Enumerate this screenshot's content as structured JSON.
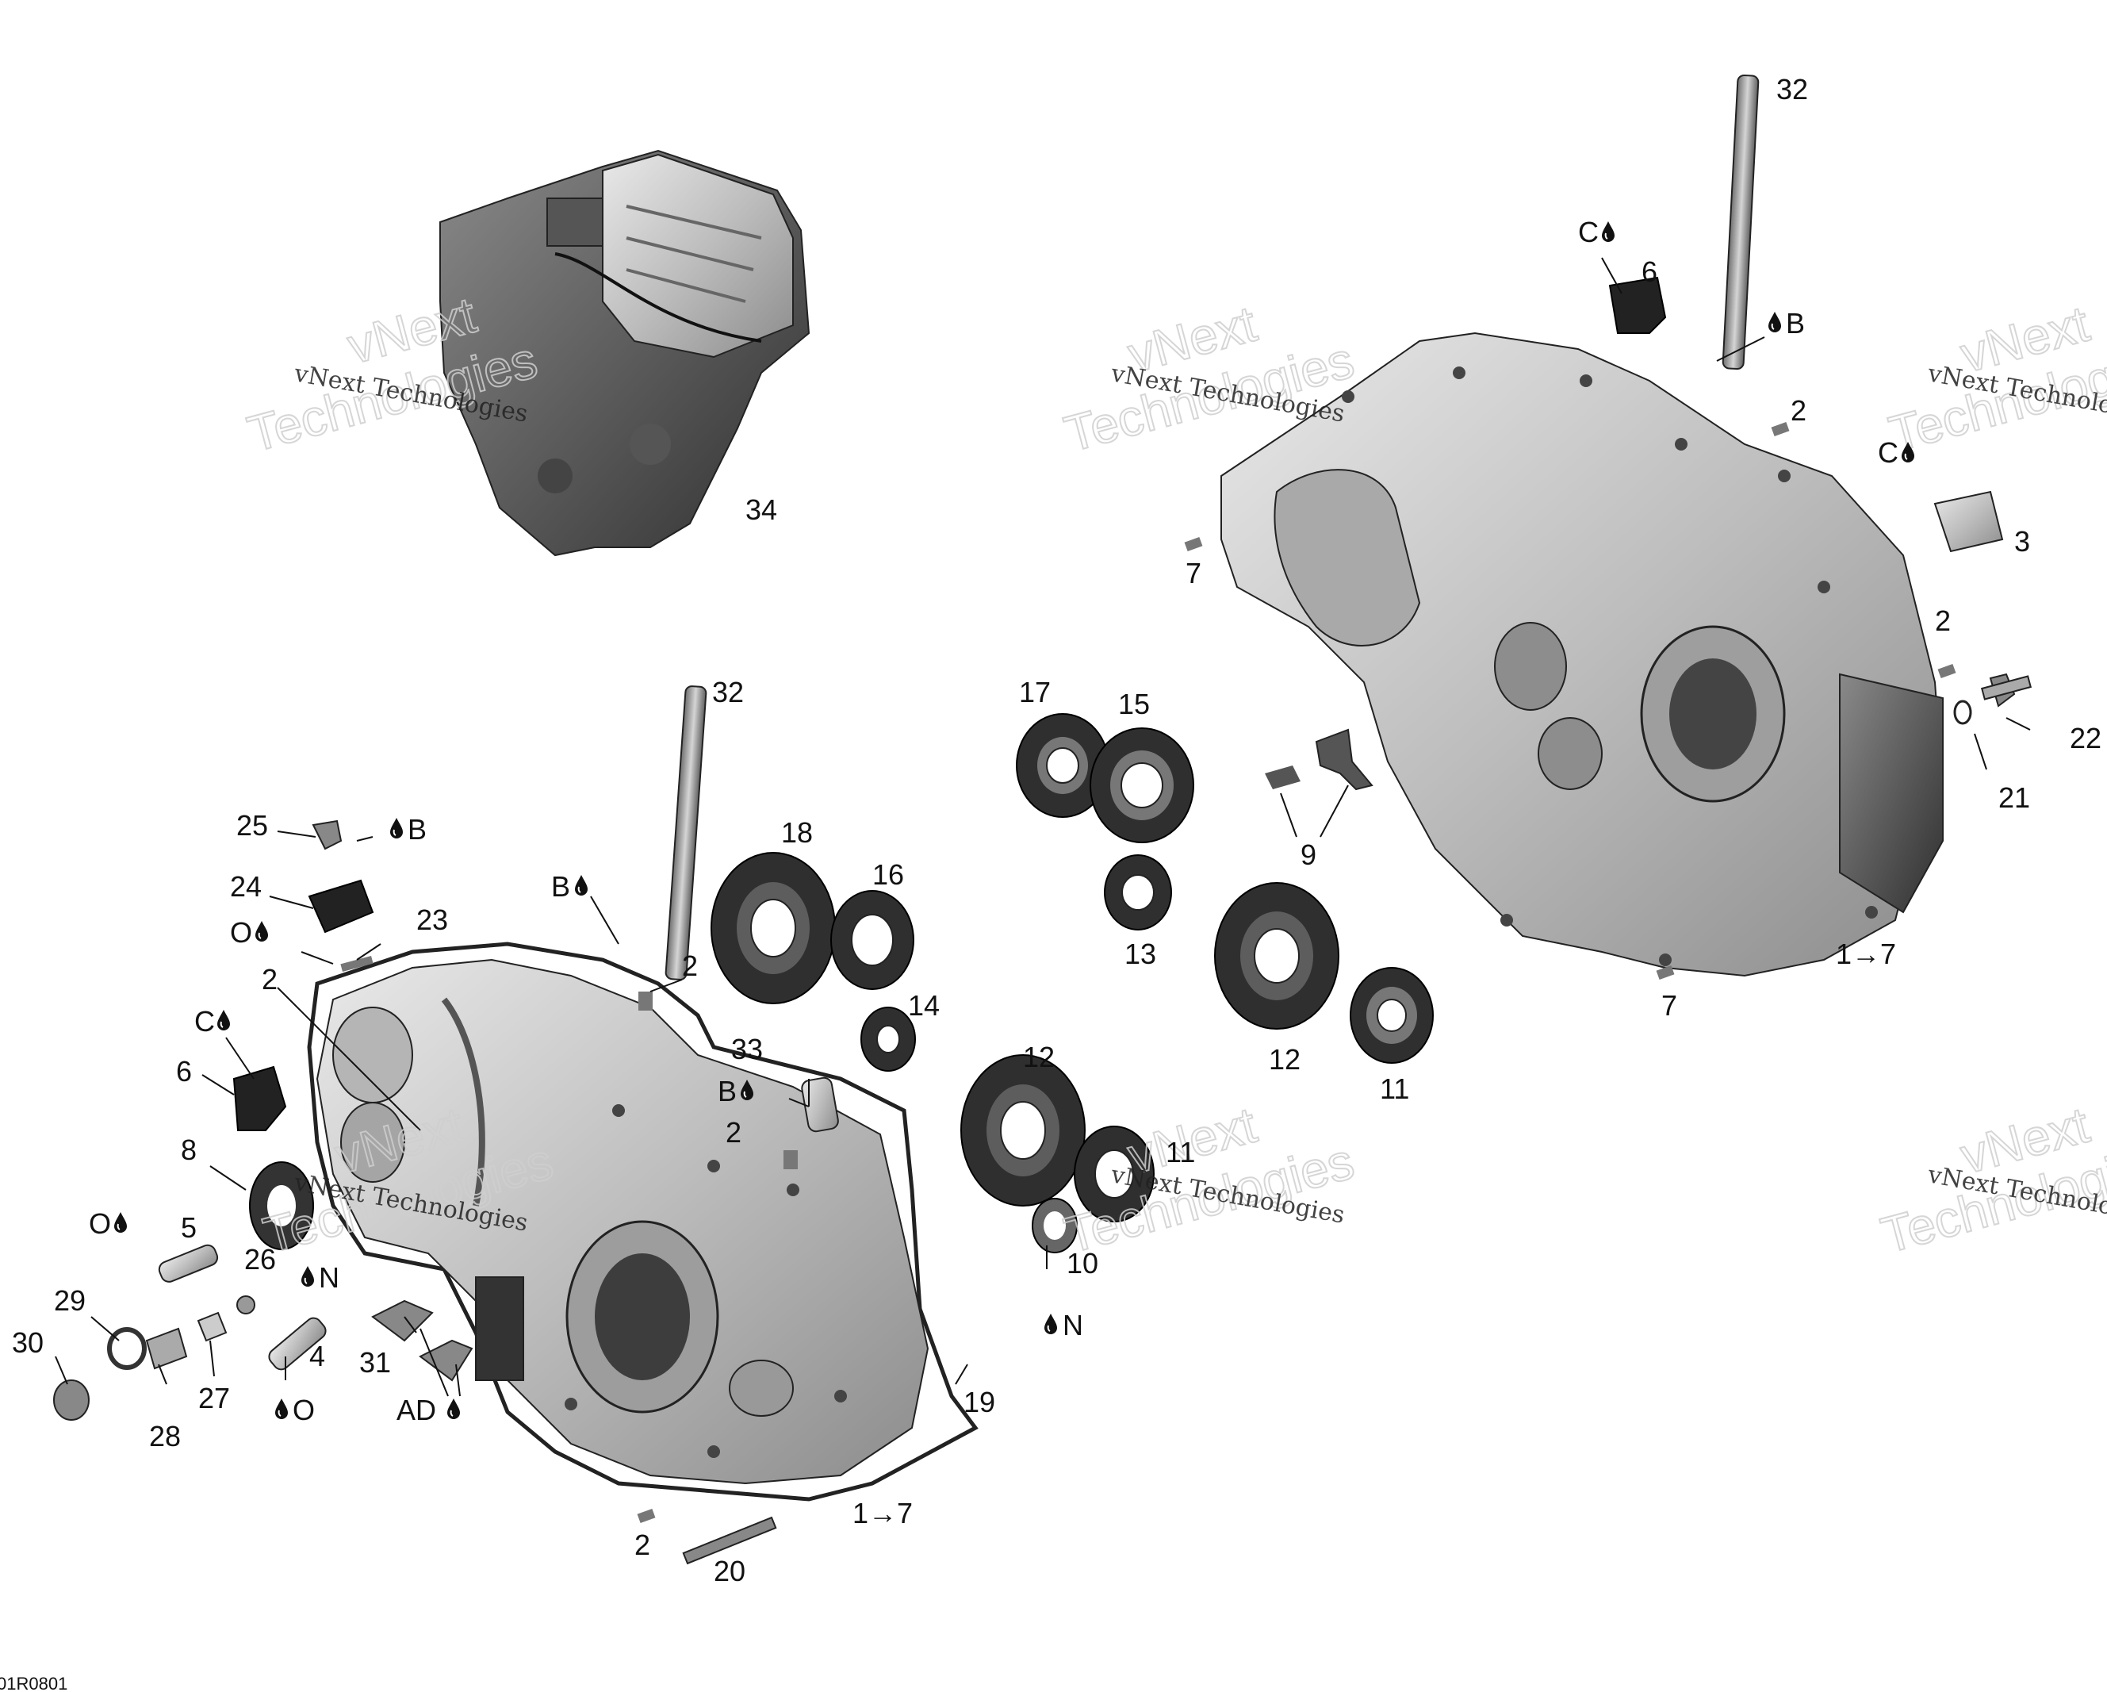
{
  "diagram": {
    "reference_code": "01R0801",
    "watermark": {
      "line1": "vNext",
      "line2": "Technologies",
      "caption": "vNext Technologies"
    },
    "callouts": {
      "c32a": "32",
      "c6a": "6",
      "c2a": "2",
      "c3": "3",
      "c7a": "7",
      "c2b": "2",
      "c22": "22",
      "c21": "21",
      "c9": "9",
      "c17": "17",
      "c15": "15",
      "c13": "13",
      "c12a": "12",
      "c11a": "11",
      "c7b": "7",
      "c1to7a": "1→7",
      "c34": "34",
      "c32b": "32",
      "c25": "25",
      "c24": "24",
      "c23": "23",
      "c2c": "2",
      "c2d": "2",
      "c6b": "6",
      "c8": "8",
      "c5": "5",
      "c26": "26",
      "c29": "29",
      "c30": "30",
      "c28": "28",
      "c27": "27",
      "c4": "4",
      "c31": "31",
      "c18": "18",
      "c16": "16",
      "c14": "14",
      "c12b": "12",
      "c11b": "11",
      "c10": "10",
      "c33": "33",
      "c2e": "2",
      "c19": "19",
      "c1to7b": "1→7",
      "c2f": "2",
      "c20": "20"
    },
    "lube_codes": {
      "l_c_top": "C",
      "l_b_top": "B",
      "l_c_right": "C",
      "l_b_25": "B",
      "l_o_23": "O",
      "l_c_6": "C",
      "l_b_32": "B",
      "l_o_5": "O",
      "l_n_8": "N",
      "l_o_4": "O",
      "l_ad_31": "AD",
      "l_b_33": "B",
      "l_n_10": "N"
    }
  }
}
